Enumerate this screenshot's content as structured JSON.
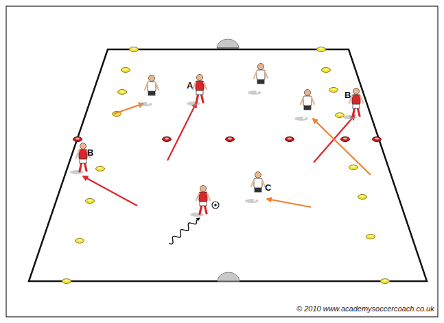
{
  "diagram": {
    "labels": [
      "A",
      "B",
      "B",
      "C",
      "© 2010 www.academysoccercoach.co.uk"
    ]
  }
}
